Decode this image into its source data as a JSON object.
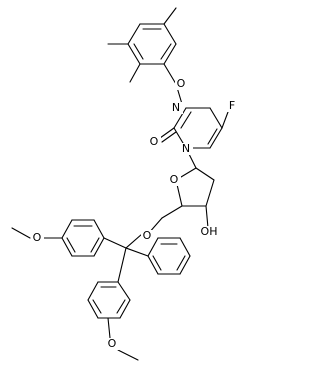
{
  "structure": {
    "atoms": {
      "o_aryl": "O",
      "n3": "N",
      "f5": "F",
      "o2": "O",
      "n1": "N",
      "o_ring": "O",
      "oh": "OH",
      "o_ether": "O",
      "o_meo_left": "O",
      "o_meo_bottom": "O"
    }
  }
}
